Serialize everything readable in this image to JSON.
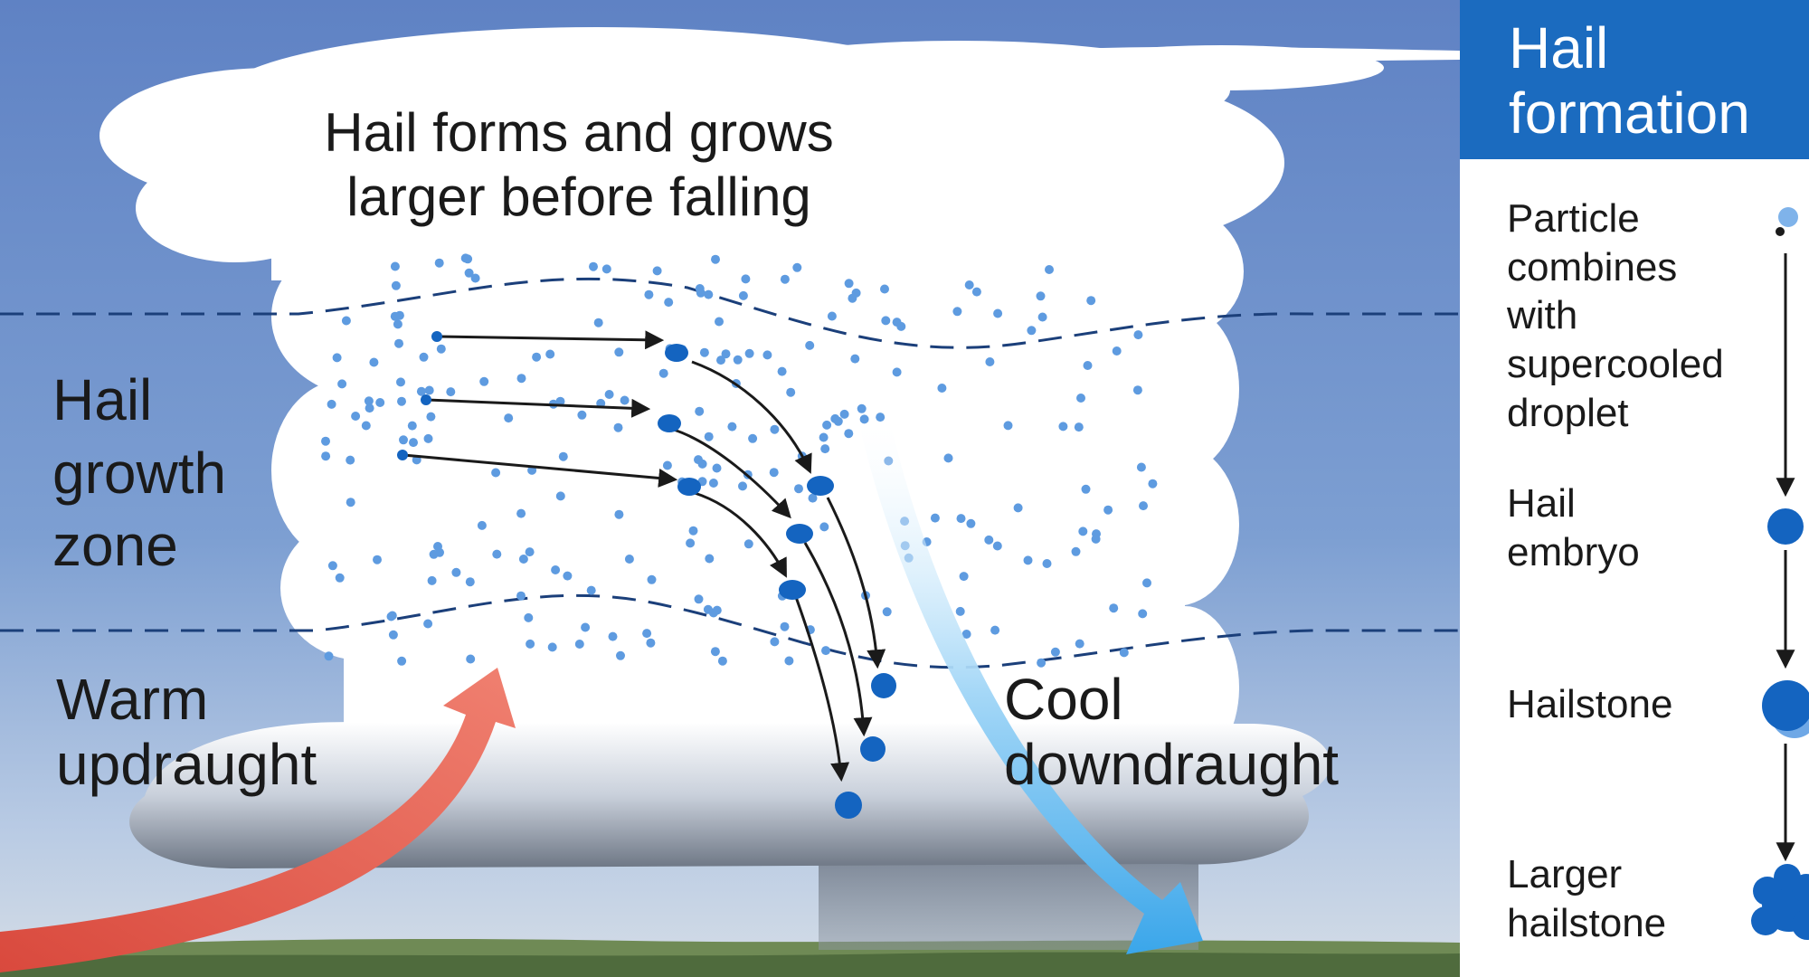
{
  "diagram": {
    "cloud_title": "Hail forms and grows larger before falling",
    "zone_label": "Hail growth zone",
    "updraught_label": "Warm updraught",
    "downdraught_label": "Cool downdraught"
  },
  "panel": {
    "title": "Hail formation",
    "steps": [
      {
        "label": "Particle combines with supercooled droplet"
      },
      {
        "label": "Hail embryo"
      },
      {
        "label": "Hailstone"
      },
      {
        "label": "Larger hailstone"
      }
    ]
  },
  "colors": {
    "sky": "#6f8fc8",
    "cloud": "#ffffff",
    "droplet": "#5e9be0",
    "hail": "#1464c0",
    "panel_header": "#1b6bbf",
    "updraught": "#e2604e",
    "downdraught": "#4fb3ee",
    "zone_line": "#1b3f7a"
  }
}
